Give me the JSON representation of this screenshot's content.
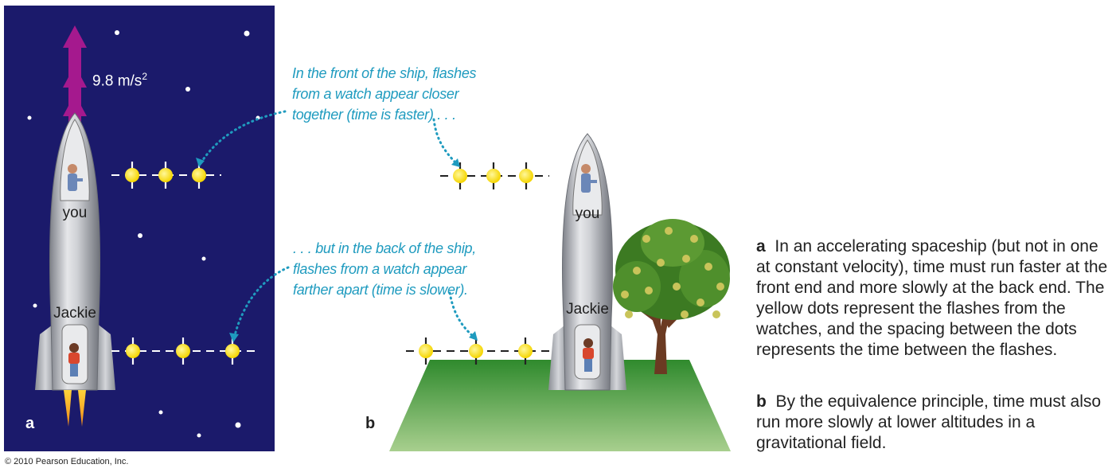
{
  "panel_a": {
    "letter": "a",
    "acceleration_value": "9.8 m/s",
    "acceleration_exponent": "2",
    "label_top": "you",
    "label_bottom": "Jackie"
  },
  "panel_b": {
    "letter": "b",
    "label_top": "you",
    "label_bottom": "Jackie"
  },
  "callouts": {
    "front": [
      "In the front of the ship, flashes",
      "from a watch appear closer",
      "together (time is faster) . . ."
    ],
    "back": [
      ". . . but in the back of the ship,",
      "flashes from a watch appear",
      "farther apart (time is slower)."
    ]
  },
  "captions": {
    "a_letter": "a",
    "a_text": "In an accelerating spaceship (but not in one at constant velocity), time must run faster at the front end and more slowly at the back end. The yellow dots represent the flashes from the watches, and the spacing between the dots represents the time between the flashes.",
    "b_letter": "b",
    "b_text": "By the equivalence principle, time must also run more slowly at lower altitudes in a gravitational field."
  },
  "copyright": "© 2010 Pearson Education, Inc.",
  "colors": {
    "space": "#1b1a6b",
    "arrow": "#a5198e",
    "flash": "#ffe41a",
    "callout": "#1f9bbf",
    "ground": "#3f9a3a",
    "rocket": "#b9bcc2"
  }
}
